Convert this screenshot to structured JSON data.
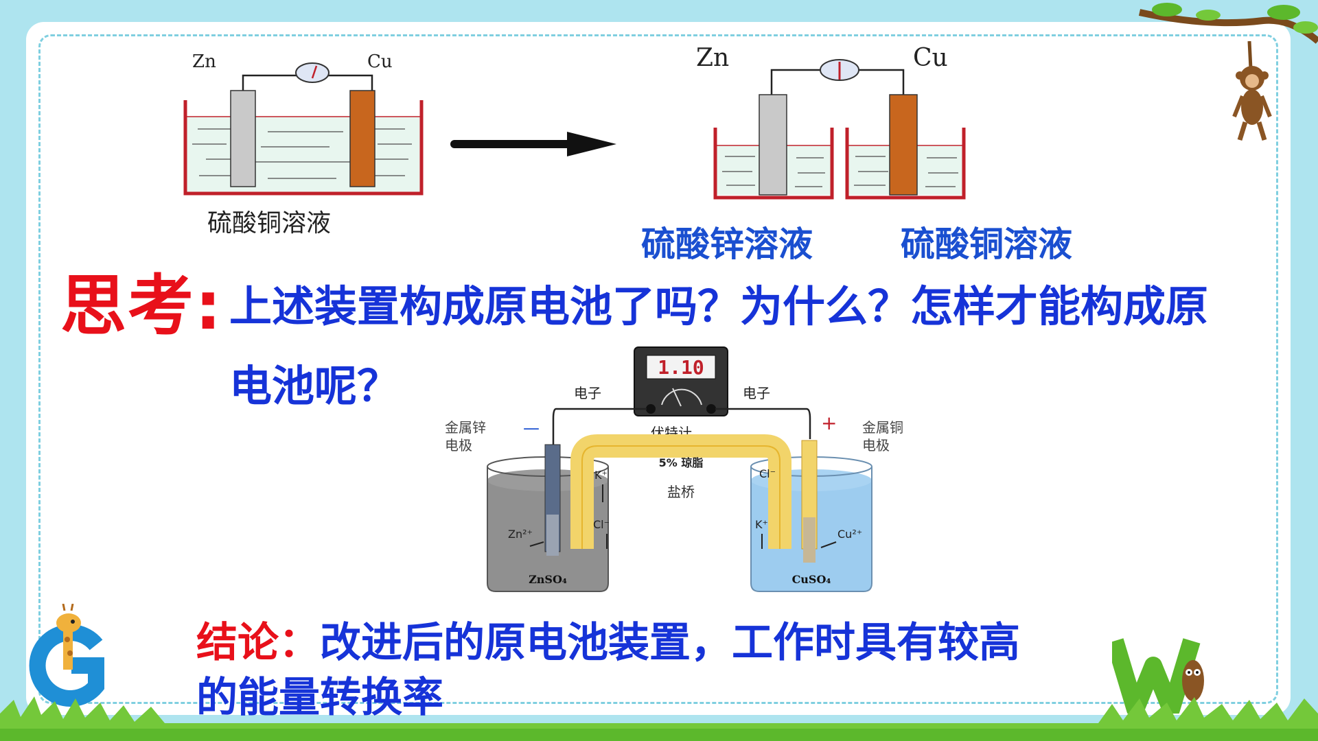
{
  "top_left_setup": {
    "electrode_left": "Zn",
    "electrode_right": "Cu",
    "solution_label": "硫酸铜溶液"
  },
  "top_right_setup": {
    "electrode_left": "Zn",
    "electrode_right": "Cu",
    "solution_left": "硫酸锌溶液",
    "solution_right": "硫酸铜溶液"
  },
  "think": {
    "label": "思考:",
    "line1": "上述装置构成原电池了吗？为什么？怎样才能构成原",
    "line2": "电池呢？"
  },
  "cell_diagram": {
    "voltmeter_reading": "1.10",
    "voltmeter_label": "伏特计",
    "electron_left": "电子",
    "electron_right": "电子",
    "left_electrode_label_1": "金属锌",
    "left_electrode_label_2": "电极",
    "right_electrode_label_1": "金属铜",
    "right_electrode_label_2": "电极",
    "minus": "—",
    "plus": "+",
    "bridge_text": "5% 琼脂",
    "bridge_label": "盐桥",
    "k_plus_left": "K⁺",
    "cl_minus_right": "Cl⁻",
    "cl_minus_left": "Cl⁻",
    "k_plus_right": "K⁺",
    "zn_ion": "Zn²⁺",
    "cu_ion": "Cu²⁺",
    "left_solution": "ZnSO₄",
    "right_solution": "CuSO₄"
  },
  "conclusion": {
    "label": "结论：",
    "line1": "改进后的原电池装置，工作时具有较高",
    "line2": "的能量转换率"
  },
  "colors": {
    "red": "#e8101a",
    "blue": "#1633d8",
    "copper": "#c8661e",
    "zinc": "#c9c9c9",
    "beaker": "#c0202a"
  },
  "decorations": [
    "monkey-icon",
    "giraffe-icon",
    "letter-g-icon",
    "letter-w-icon",
    "grass-icon",
    "branch-icon"
  ]
}
